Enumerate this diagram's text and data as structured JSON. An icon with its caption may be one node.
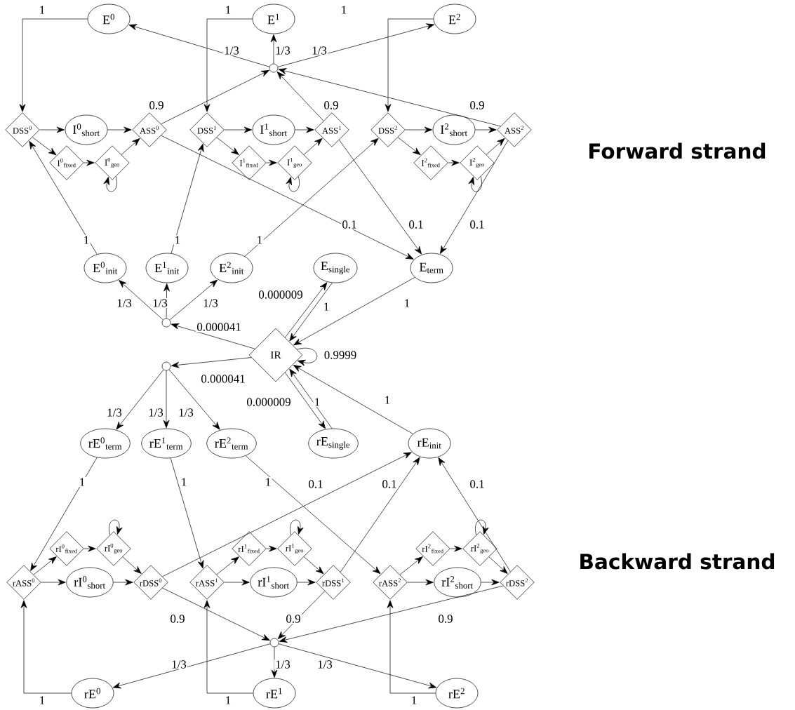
{
  "diagram": {
    "nodes": [
      {
        "text": [
          "E$^{0}$"
        ]
      },
      {
        "text": [
          "E$^{1}$"
        ]
      },
      {
        "text": [
          "E$^{2}$"
        ]
      },
      {
        "text": [],
        "shape": "circle"
      },
      {
        "text": [
          "DSS$^{0}$"
        ]
      },
      {
        "text": [
          "I$^{0}$$_{short}$"
        ]
      },
      {
        "text": [
          "ASS$^{0}$"
        ]
      },
      {
        "text": [
          "I$^{0}$$_{fixed}$"
        ]
      },
      {
        "text": [
          "I$^{0}$$_{geo}$"
        ]
      },
      {
        "text": [
          "DSS$^{1}$"
        ]
      },
      {
        "text": [
          "I$^{1}$$_{short}$"
        ]
      },
      {
        "text": [
          "ASS$^{1}$"
        ]
      },
      {
        "text": [
          "I$^{1}$$_{fixed}$"
        ]
      },
      {
        "text": [
          "I$^{1}$$_{geo}$"
        ]
      },
      {
        "text": [
          "DSS$^{2}$"
        ]
      },
      {
        "text": [
          "I$^{2}$$_{short}$"
        ]
      },
      {
        "text": [
          "ASS$^{2}$"
        ]
      },
      {
        "text": [
          "I$^{2}$$_{fixed}$"
        ]
      },
      {
        "text": [
          "I$^{2}$$_{geo}$"
        ]
      },
      {
        "text": [
          "E$^{0}$$_{init}$"
        ]
      },
      {
        "text": [
          "E$^{1}$$_{init}$"
        ]
      },
      {
        "text": [
          "E$^{2}$$_{init}$"
        ]
      },
      {
        "text": [
          "E$_{single}$"
        ]
      },
      {
        "text": [
          "E$_{term}$"
        ]
      },
      {
        "text": [],
        "shape": "circle"
      },
      {
        "text": [
          "IR"
        ]
      },
      {
        "text": [],
        "shape": "circle"
      },
      {
        "text": [
          "rE$^{0}$$_{term}$"
        ]
      },
      {
        "text": [
          "rE$^{1}$$_{term}$"
        ]
      },
      {
        "text": [
          "rE$^{2}$$_{term}$"
        ]
      },
      {
        "text": [
          "rE$_{single}$"
        ]
      },
      {
        "text": [
          "rE$_{init}$"
        ]
      },
      {
        "text": [
          "rASS$^{0}$"
        ]
      },
      {
        "text": [
          "rI$^{0}$$_{fixed}$"
        ]
      },
      {
        "text": [
          "rI$^{0}$$_{geo}$"
        ]
      },
      {
        "text": [
          "rI$^{0}$$_{short}$"
        ]
      },
      {
        "text": [
          "rDSS$^{0}$"
        ]
      },
      {
        "text": [
          "rASS$^{1}$"
        ]
      },
      {
        "text": [
          "rI$^{1}$$_{fixed}$"
        ]
      },
      {
        "text": [
          "rI$^{1}$$_{geo}$"
        ]
      },
      {
        "text": [
          "rI$^{1}$$_{short}$"
        ]
      },
      {
        "text": [
          "rDSS$^{1}$"
        ]
      },
      {
        "text": [
          "rASS$^{2}$"
        ]
      },
      {
        "text": [
          "rI$^{2}$$_{fixed}$"
        ]
      },
      {
        "text": [
          "rI$^{2}$$_{geo}$"
        ]
      },
      {
        "text": [
          "rI$^{2}$$_{short}$"
        ]
      },
      {
        "text": [
          "rDSS$^{2}$"
        ]
      },
      {
        "text": [],
        "shape": "circle"
      },
      {
        "text": [
          "rE$^{0}$"
        ]
      },
      {
        "text": [
          "rE$^{1}$"
        ]
      },
      {
        "text": [
          "rE$^{2}$"
        ]
      }
    ],
    "edges": [
      {
        "from": 0,
        "to": 4,
        "arrow": "to",
        "label": "1"
      },
      {
        "from": 1,
        "to": 9,
        "arrow": "to",
        "label": "1"
      },
      {
        "from": 2,
        "to": 14,
        "arrow": "to",
        "label": "1"
      },
      {
        "from": 3,
        "to": 0,
        "arrow": "to",
        "label": "1/3"
      },
      {
        "from": 3,
        "to": 1,
        "arrow": "to",
        "label": "1/3"
      },
      {
        "from": 3,
        "to": 2,
        "arrow": "to",
        "label": "1/3"
      },
      {
        "from": 4,
        "to": 5,
        "arrow": "to"
      },
      {
        "from": 5,
        "to": 6,
        "arrow": "to"
      },
      {
        "from": 4,
        "to": 7,
        "arrow": "to"
      },
      {
        "from": 7,
        "to": 8,
        "arrow": "to"
      },
      {
        "from": 8,
        "to": 6,
        "arrow": "to"
      },
      {
        "from": 8,
        "to": 8,
        "arrow": "to"
      },
      {
        "from": 6,
        "to": 3,
        "arrow": "to",
        "label": "0.9"
      },
      {
        "from": 6,
        "to": 23,
        "arrow": "to",
        "label": "0.1"
      },
      {
        "from": 9,
        "to": 10,
        "arrow": "to"
      },
      {
        "from": 10,
        "to": 11,
        "arrow": "to"
      },
      {
        "from": 9,
        "to": 12,
        "arrow": "to"
      },
      {
        "from": 12,
        "to": 13,
        "arrow": "to"
      },
      {
        "from": 13,
        "to": 11,
        "arrow": "to"
      },
      {
        "from": 13,
        "to": 13,
        "arrow": "to"
      },
      {
        "from": 11,
        "to": 3,
        "arrow": "to",
        "label": "0.9"
      },
      {
        "from": 11,
        "to": 23,
        "arrow": "to",
        "label": "0.1"
      },
      {
        "from": 14,
        "to": 15,
        "arrow": "to"
      },
      {
        "from": 15,
        "to": 16,
        "arrow": "to"
      },
      {
        "from": 14,
        "to": 17,
        "arrow": "to"
      },
      {
        "from": 17,
        "to": 18,
        "arrow": "to"
      },
      {
        "from": 18,
        "to": 16,
        "arrow": "to"
      },
      {
        "from": 18,
        "to": 18,
        "arrow": "to"
      },
      {
        "from": 16,
        "to": 3,
        "arrow": "to",
        "label": "0.9"
      },
      {
        "from": 16,
        "to": 23,
        "arrow": "to",
        "label": "0.1"
      },
      {
        "from": 19,
        "to": 4,
        "arrow": "to",
        "label": "1"
      },
      {
        "from": 20,
        "to": 9,
        "arrow": "to",
        "label": "1"
      },
      {
        "from": 21,
        "to": 14,
        "arrow": "to",
        "label": "1"
      },
      {
        "from": 24,
        "to": 19,
        "arrow": "to",
        "label": "1/3"
      },
      {
        "from": 24,
        "to": 20,
        "arrow": "to",
        "label": "1/3"
      },
      {
        "from": 24,
        "to": 21,
        "arrow": "to",
        "label": "1/3"
      },
      {
        "from": 25,
        "to": 24,
        "arrow": "to",
        "label": "0.000041"
      },
      {
        "from": 25,
        "to": 22,
        "arrow": "to",
        "label": "0.000009"
      },
      {
        "from": 22,
        "to": 25,
        "arrow": "to",
        "label": "1"
      },
      {
        "from": 23,
        "to": 25,
        "arrow": "to",
        "label": "1"
      },
      {
        "from": 25,
        "to": 25,
        "arrow": "to",
        "label": "0.9999"
      },
      {
        "from": 25,
        "to": 26,
        "arrow": "to",
        "label": "0.000041"
      },
      {
        "from": 26,
        "to": 27,
        "arrow": "to",
        "label": "1/3"
      },
      {
        "from": 26,
        "to": 28,
        "arrow": "to",
        "label": "1/3"
      },
      {
        "from": 26,
        "to": 29,
        "arrow": "to",
        "label": "1/3"
      },
      {
        "from": 25,
        "to": 30,
        "arrow": "to",
        "label": "0.000009"
      },
      {
        "from": 30,
        "to": 25,
        "arrow": "to",
        "label": "1"
      },
      {
        "from": 31,
        "to": 25,
        "arrow": "to",
        "label": "1"
      },
      {
        "from": 27,
        "to": 32,
        "arrow": "to",
        "label": "1"
      },
      {
        "from": 28,
        "to": 37,
        "arrow": "to",
        "label": "1"
      },
      {
        "from": 29,
        "to": 42,
        "arrow": "to",
        "label": "1"
      },
      {
        "from": 32,
        "to": 33,
        "arrow": "to"
      },
      {
        "from": 33,
        "to": 34,
        "arrow": "to"
      },
      {
        "from": 34,
        "to": 34,
        "arrow": "to"
      },
      {
        "from": 34,
        "to": 36,
        "arrow": "to"
      },
      {
        "from": 32,
        "to": 35,
        "arrow": "to"
      },
      {
        "from": 35,
        "to": 36,
        "arrow": "to"
      },
      {
        "from": 36,
        "to": 31,
        "arrow": "to",
        "label": "0.1"
      },
      {
        "from": 36,
        "to": 47,
        "arrow": "to",
        "label": "0.9"
      },
      {
        "from": 37,
        "to": 38,
        "arrow": "to"
      },
      {
        "from": 38,
        "to": 39,
        "arrow": "to"
      },
      {
        "from": 39,
        "to": 39,
        "arrow": "to"
      },
      {
        "from": 39,
        "to": 41,
        "arrow": "to"
      },
      {
        "from": 37,
        "to": 40,
        "arrow": "to"
      },
      {
        "from": 40,
        "to": 41,
        "arrow": "to"
      },
      {
        "from": 41,
        "to": 31,
        "arrow": "to",
        "label": "0.1"
      },
      {
        "from": 41,
        "to": 47,
        "arrow": "to",
        "label": "0.9"
      },
      {
        "from": 42,
        "to": 43,
        "arrow": "to"
      },
      {
        "from": 43,
        "to": 44,
        "arrow": "to"
      },
      {
        "from": 44,
        "to": 44,
        "arrow": "to"
      },
      {
        "from": 44,
        "to": 46,
        "arrow": "to"
      },
      {
        "from": 42,
        "to": 45,
        "arrow": "to"
      },
      {
        "from": 45,
        "to": 46,
        "arrow": "to"
      },
      {
        "from": 46,
        "to": 31,
        "arrow": "to",
        "label": "0.1"
      },
      {
        "from": 46,
        "to": 47,
        "arrow": "to",
        "label": "0.9"
      },
      {
        "from": 47,
        "to": 48,
        "arrow": "to",
        "label": "1/3"
      },
      {
        "from": 47,
        "to": 49,
        "arrow": "to",
        "label": "1/3"
      },
      {
        "from": 47,
        "to": 50,
        "arrow": "to",
        "label": "1/3"
      },
      {
        "from": 48,
        "to": 32,
        "arrow": "to",
        "label": "1"
      },
      {
        "from": 49,
        "to": 37,
        "arrow": "to",
        "label": "1"
      },
      {
        "from": 50,
        "to": 42,
        "arrow": "to",
        "label": "1"
      }
    ],
    "labels": [
      "Forward strand",
      "Backward strand"
    ]
  }
}
